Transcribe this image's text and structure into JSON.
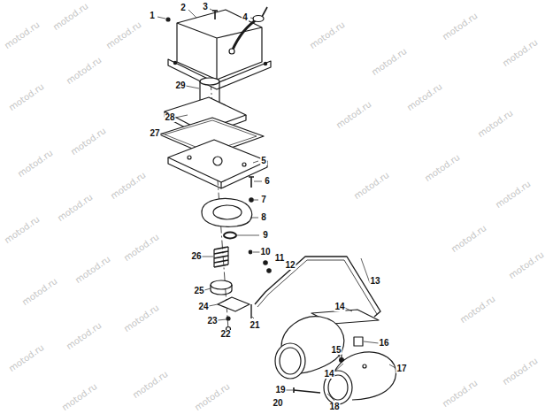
{
  "diagram": {
    "labels": [
      "1",
      "2",
      "3",
      "4",
      "29",
      "28",
      "27",
      "5",
      "6",
      "7",
      "8",
      "9",
      "10",
      "11",
      "12",
      "26",
      "25",
      "24",
      "23",
      "22",
      "21",
      "13",
      "14",
      "16",
      "15",
      "14",
      "17",
      "19",
      "20",
      "18",
      "motod.ru",
      "motod.ru",
      "motod.ru",
      "motod.ru",
      "motod.ru",
      "motod.ru",
      "motod.ru",
      "motod.ru",
      "motod.ru",
      "motod.ru",
      "motod.ru",
      "motod.ru",
      "motod.ru",
      "motod.ru",
      "motod.ru",
      "motod.ru",
      "motod.ru",
      "motod.ru",
      "motod.ru",
      "motod.ru",
      "motod.ru",
      "motod.ru",
      "motod.ru",
      "motod.ru",
      "motod.ru",
      "motod.ru",
      "motod.ru",
      "motod.ru",
      "motod.ru",
      "motod.ru",
      "motod.ru",
      "motod.ru",
      "motod.ru",
      "motod.ru"
    ]
  }
}
